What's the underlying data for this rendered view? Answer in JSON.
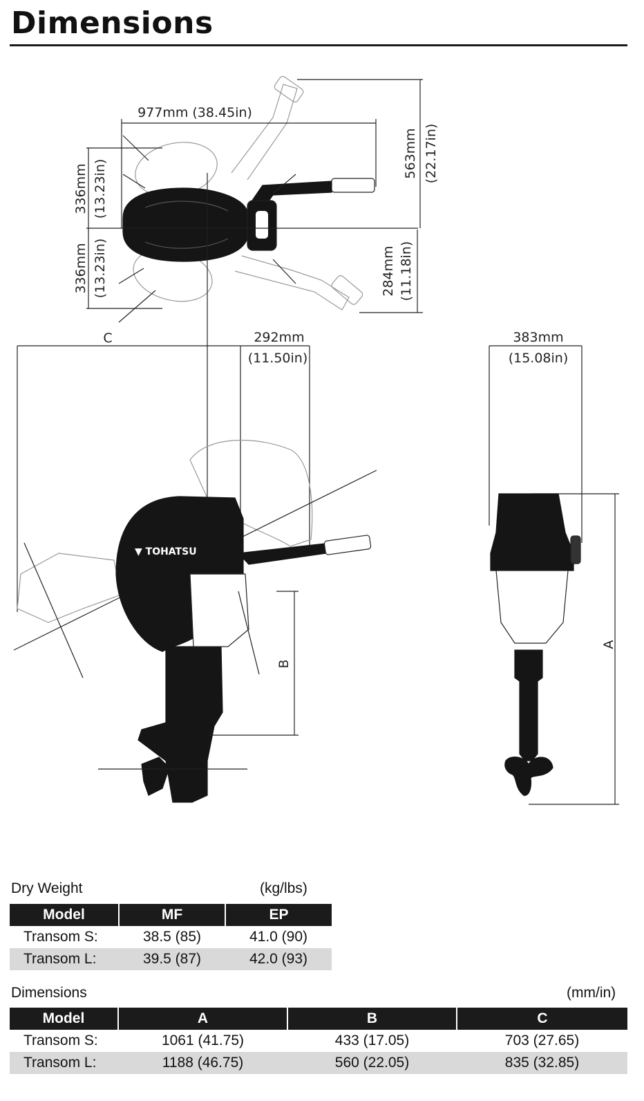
{
  "page_title": "Dimensions",
  "diagram": {
    "top_view": {
      "width_label": "977mm (38.45in)",
      "upper_left_mm": "336mm",
      "upper_left_in": "(13.23in)",
      "lower_left_mm": "336mm",
      "lower_left_in": "(13.23in)",
      "right_height_mm": "563mm",
      "right_height_in": "(22.17in)",
      "right_lower_mm": "284mm",
      "right_lower_in": "(11.18in)"
    },
    "side_view": {
      "c_label": "C",
      "tilt_mm": "292mm",
      "tilt_in": "(11.50in)",
      "b_label": "B",
      "brand_text": "TOHATSU"
    },
    "rear_view": {
      "width_mm": "383mm",
      "width_in": "(15.08in)",
      "a_label": "A"
    }
  },
  "dry_weight": {
    "caption": "Dry Weight",
    "unit": "(kg/lbs)",
    "headers": [
      "Model",
      "MF",
      "EP"
    ],
    "rows": [
      [
        "Transom S:",
        "38.5 (85)",
        "41.0 (90)"
      ],
      [
        "Transom L:",
        "39.5 (87)",
        "42.0 (93)"
      ]
    ]
  },
  "dimensions_table": {
    "caption": "Dimensions",
    "unit": "(mm/in)",
    "headers": [
      "Model",
      "A",
      "B",
      "C"
    ],
    "rows": [
      [
        "Transom S:",
        "1061 (41.75)",
        "433 (17.05)",
        "703 (27.65)"
      ],
      [
        "Transom L:",
        "1188 (46.75)",
        "560 (22.05)",
        "835 (32.85)"
      ]
    ]
  }
}
